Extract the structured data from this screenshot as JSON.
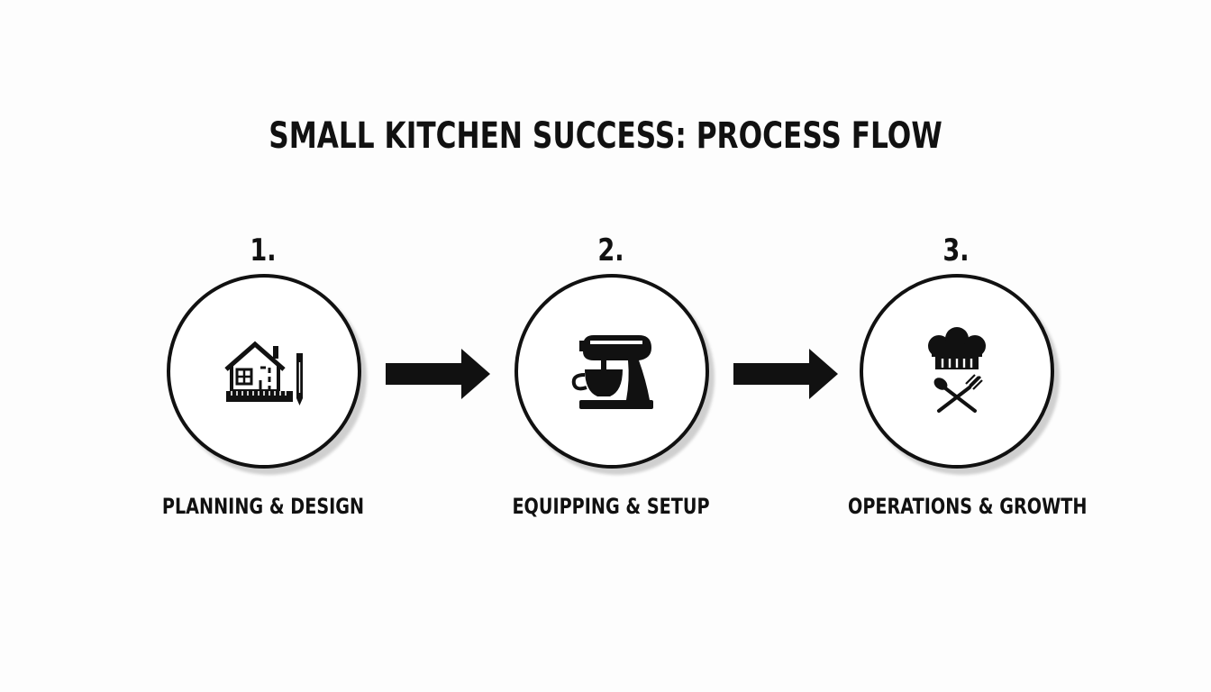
{
  "title": "SMALL KITCHEN SUCCESS: PROCESS FLOW",
  "steps": [
    {
      "number": "1.",
      "label": "PLANNING & DESIGN",
      "icon": "house-blueprint-icon"
    },
    {
      "number": "2.",
      "label": "EQUIPPING & SETUP",
      "icon": "stand-mixer-icon"
    },
    {
      "number": "3.",
      "label": "OPERATIONS & GROWTH",
      "icon": "chef-hat-utensils-icon"
    }
  ],
  "colors": {
    "ink": "#111111",
    "background": "#fdfdfd"
  }
}
